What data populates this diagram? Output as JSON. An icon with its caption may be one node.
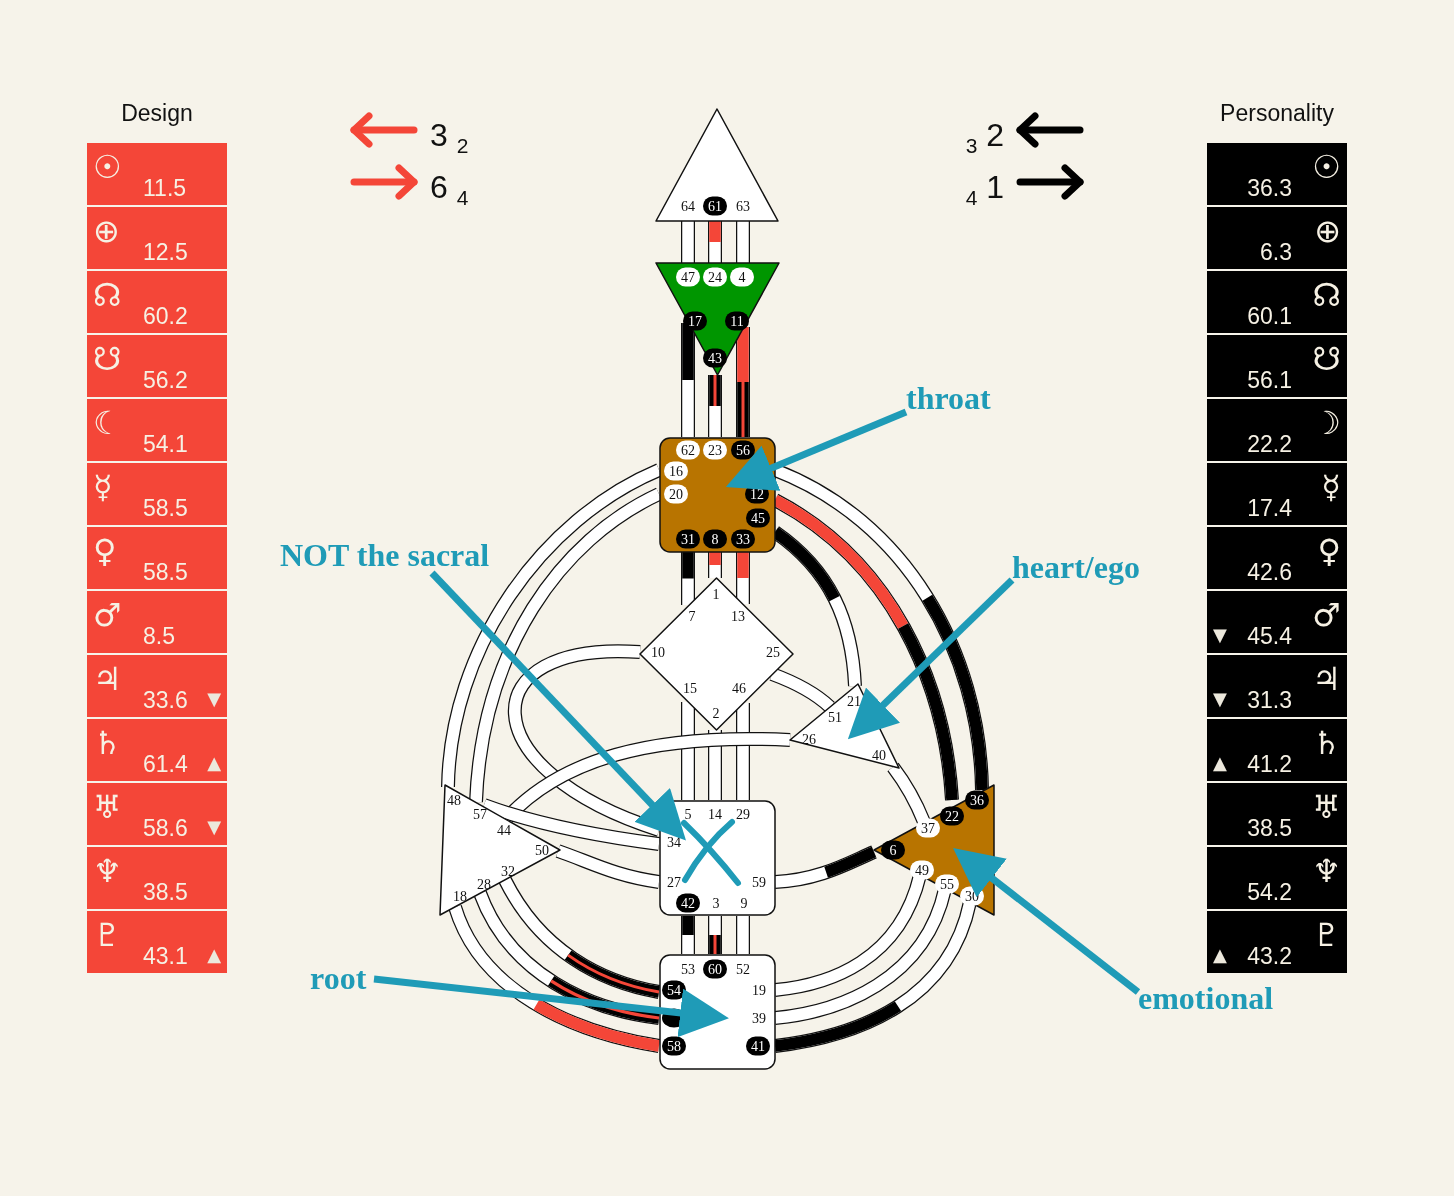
{
  "diagram": {
    "nodes": [
      {
        "text": [
          "64",
          "61",
          "63"
        ]
      },
      {
        "text": [
          "47",
          "24",
          "4",
          "17",
          "11",
          "43"
        ]
      },
      {
        "text": [
          "62",
          "23",
          "56",
          "16",
          "20",
          "12",
          "45",
          "31",
          "8",
          "33"
        ]
      },
      {
        "text": [
          "1",
          "7",
          "13",
          "10",
          "25",
          "15",
          "46",
          "2"
        ]
      },
      {
        "text": [
          "21",
          "51",
          "26",
          "40"
        ]
      },
      {
        "text": [
          "5",
          "14",
          "29",
          "34",
          "27",
          "59",
          "42",
          "3",
          "9"
        ]
      },
      {
        "text": [
          "48",
          "57",
          "44",
          "50",
          "32",
          "28",
          "18"
        ]
      },
      {
        "text": [
          "36",
          "22",
          "37",
          "6",
          "49",
          "55",
          "30"
        ]
      },
      {
        "text": [
          "53",
          "60",
          "52",
          "54",
          "19",
          "39",
          "58",
          "41"
        ]
      },
      {
        "text": [
          "throat"
        ]
      },
      {
        "text": [
          "NOT the sacral"
        ]
      },
      {
        "text": [
          "heart/ego"
        ]
      },
      {
        "text": [
          "root"
        ]
      },
      {
        "text": [
          "emotional"
        ]
      }
    ],
    "edges": [
      {
        "from": 0,
        "to": 1,
        "arrow": "none"
      },
      {
        "from": 0,
        "to": 1,
        "arrow": "none"
      },
      {
        "from": 0,
        "to": 1,
        "arrow": "none"
      },
      {
        "from": 1,
        "to": 2,
        "arrow": "none"
      },
      {
        "from": 1,
        "to": 2,
        "arrow": "none"
      },
      {
        "from": 1,
        "to": 2,
        "arrow": "none"
      },
      {
        "from": 2,
        "to": 3,
        "arrow": "none"
      },
      {
        "from": 2,
        "to": 3,
        "arrow": "none"
      },
      {
        "from": 2,
        "to": 3,
        "arrow": "none"
      },
      {
        "from": 3,
        "to": 5,
        "arrow": "none"
      },
      {
        "from": 3,
        "to": 5,
        "arrow": "none"
      },
      {
        "from": 3,
        "to": 5,
        "arrow": "none"
      },
      {
        "from": 5,
        "to": 8,
        "arrow": "none"
      },
      {
        "from": 5,
        "to": 8,
        "arrow": "none"
      },
      {
        "from": 5,
        "to": 8,
        "arrow": "none"
      },
      {
        "from": 2,
        "to": 4,
        "arrow": "none"
      },
      {
        "from": 2,
        "to": 7,
        "arrow": "none"
      },
      {
        "from": 2,
        "to": 7,
        "arrow": "none"
      },
      {
        "from": 2,
        "to": 6,
        "arrow": "none"
      },
      {
        "from": 2,
        "to": 6,
        "arrow": "none"
      },
      {
        "from": 3,
        "to": 5,
        "arrow": "none"
      },
      {
        "from": 4,
        "to": 6,
        "arrow": "none"
      },
      {
        "from": 5,
        "to": 6,
        "arrow": "none"
      },
      {
        "from": 5,
        "to": 6,
        "arrow": "none"
      },
      {
        "from": 3,
        "to": 4,
        "arrow": "none"
      },
      {
        "from": 4,
        "to": 7,
        "arrow": "none"
      },
      {
        "from": 5,
        "to": 7,
        "arrow": "none"
      },
      {
        "from": 6,
        "to": 8,
        "arrow": "none"
      },
      {
        "from": 6,
        "to": 8,
        "arrow": "none"
      },
      {
        "from": 6,
        "to": 8,
        "arrow": "none"
      },
      {
        "from": 7,
        "to": 8,
        "arrow": "none"
      },
      {
        "from": 7,
        "to": 8,
        "arrow": "none"
      },
      {
        "from": 7,
        "to": 8,
        "arrow": "none"
      },
      {
        "from": 9,
        "to": 2,
        "arrow": "to",
        "color": "#1f9bb7"
      },
      {
        "from": 10,
        "to": 5,
        "arrow": "to",
        "color": "#1f9bb7"
      },
      {
        "from": 11,
        "to": 4,
        "arrow": "to",
        "color": "#1f9bb7"
      },
      {
        "from": 12,
        "to": 8,
        "arrow": "to",
        "color": "#1f9bb7"
      },
      {
        "from": 13,
        "to": 7,
        "arrow": "to",
        "color": "#1f9bb7"
      }
    ],
    "labels": [
      "Design",
      "☉",
      "11.5",
      "⊕",
      "12.5",
      "☊",
      "60.2",
      "☋",
      "56.2",
      "☾",
      "54.1",
      "☿",
      "58.5",
      "♀",
      "58.5",
      "♂",
      "8.5",
      "♃",
      "33.6",
      "▼",
      "♄",
      "61.4",
      "▲",
      "♅",
      "58.6",
      "▼",
      "♆",
      "38.5",
      "♇",
      "43.1",
      "▲",
      "Personality",
      "36.3",
      "☉",
      "6.3",
      "⊕",
      "60.1",
      "☊",
      "56.1",
      "☋",
      "22.2",
      "☽",
      "17.4",
      "☿",
      "42.6",
      "♀",
      "▼",
      "45.4",
      "♂",
      "▼",
      "31.3",
      "♃",
      "▲",
      "41.2",
      "♄",
      "38.5",
      "♅",
      "54.2",
      "♆",
      "▲",
      "43.2",
      "♇",
      "3 $_{2}$",
      "6 $_{4}$",
      "$_{3}$ 2",
      "$_{4}$ 1"
    ]
  }
}
